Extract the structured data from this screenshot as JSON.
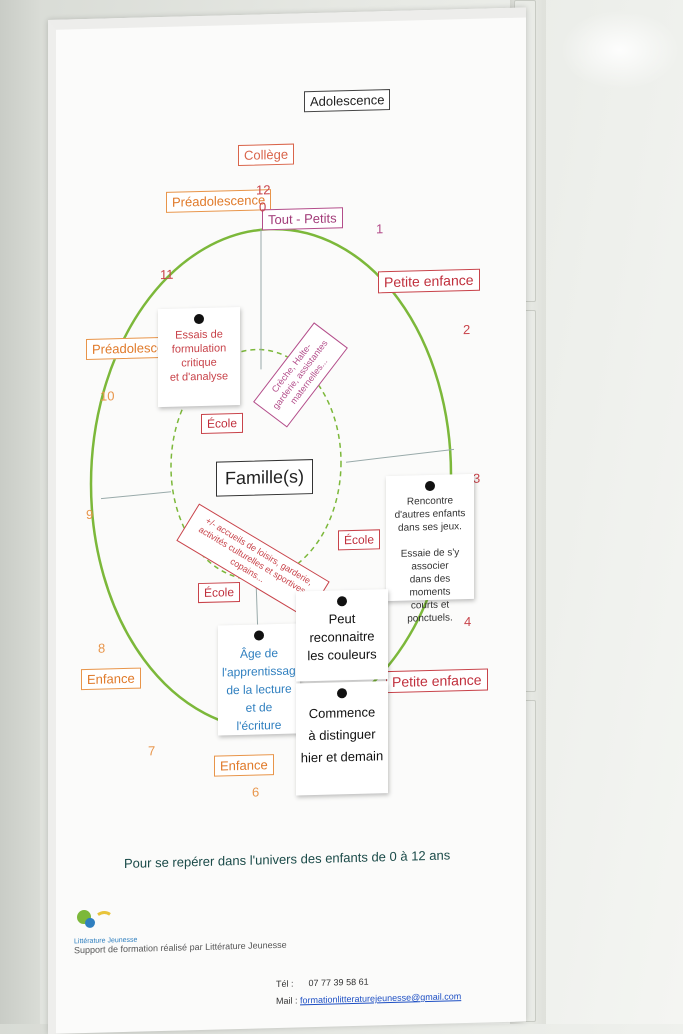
{
  "poster": {
    "top_labels": {
      "adolescence": "Adolescence",
      "college": "Collège",
      "preadolescence_top": "Préadolescence",
      "tout_petits": "Tout - Petits",
      "petite_enfance_1": "Petite enfance",
      "preadolescence_left": "Préadolescence",
      "petite_enfance_2": "Petite enfance",
      "enfance_left": "Enfance",
      "enfance_bottom": "Enfance"
    },
    "numbers": [
      "12",
      "0",
      "1",
      "2",
      "3",
      "4",
      "11",
      "10",
      "9",
      "8",
      "7",
      "6"
    ],
    "ecole_labels": [
      "École",
      "École",
      "École"
    ],
    "family": "Famille(s)",
    "diagonal_1": "Crèche, Halte-garderie, assistantes maternelles...",
    "diagonal_2": "+/- accueils de loisirs, garderie, activités culturelles et sportives, copains...",
    "cards": {
      "essais": [
        "Essais de",
        "formulation",
        "critique",
        "et d'analyse"
      ],
      "rencontre": [
        "Rencontre",
        "d'autres enfants",
        "dans ses jeux.",
        "",
        "Essaie de s'y associer",
        "dans des moments",
        "courts et ponctuels."
      ],
      "age": [
        "Âge de",
        "l'apprentissage",
        "de la lecture",
        "et de l'écriture"
      ],
      "peut": [
        "Peut",
        "reconnaitre",
        "les couleurs"
      ],
      "commence": [
        "Commence",
        "à distinguer",
        "hier et demain"
      ]
    },
    "footer_title": "Pour se repérer dans l'univers des enfants de 0 à 12 ans",
    "logo_text": "Littérature Jeunesse",
    "support_text": "Support de formation réalisé par Littérature Jeunesse",
    "tel_label": "Tél :",
    "tel_value": "07 77 39 58 61",
    "mail_label": "Mail :",
    "mail_value": "formationlitteraturejeunesse@gmail.com"
  },
  "colors": {
    "circle_green": "#7cb83a",
    "accent_red": "#c8434a",
    "accent_orange": "#e8954a",
    "accent_purple": "#b34d8a"
  }
}
